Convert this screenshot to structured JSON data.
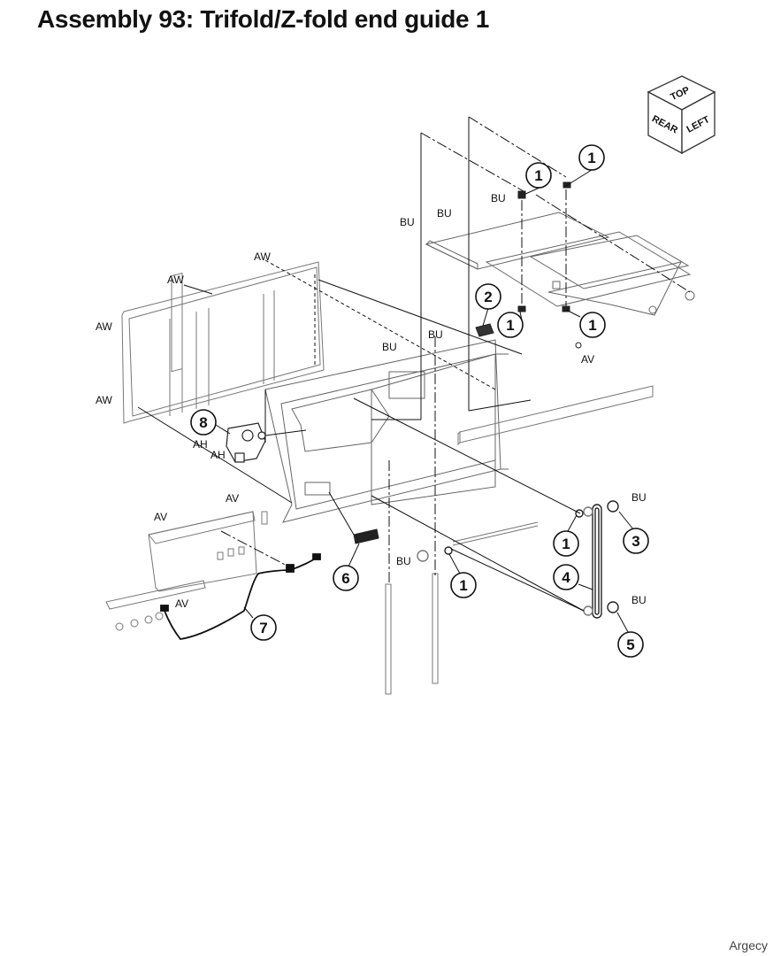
{
  "page": {
    "title": "Assembly 93: Trifold/Z-fold end guide 1",
    "footer": "Argecy"
  },
  "orientation_cube": {
    "top": "TOP",
    "rear": "REAR",
    "left": "LEFT"
  },
  "callouts": {
    "c1a": "1",
    "c1b": "1",
    "c1c": "1",
    "c1d": "1",
    "c1e": "1",
    "c1f": "1",
    "c2": "2",
    "c3": "3",
    "c4": "4",
    "c5": "5",
    "c6": "6",
    "c7": "7",
    "c8": "8"
  },
  "labels": {
    "bu1": "BU",
    "bu2": "BU",
    "bu3": "BU",
    "bu4": "BU",
    "bu5": "BU",
    "bu6": "BU",
    "bu7": "BU",
    "bu8": "BU",
    "aw1": "AW",
    "aw2": "AW",
    "aw3": "AW",
    "aw4": "AW",
    "av1": "AV",
    "av2": "AV",
    "av3": "AV",
    "av4": "AV",
    "ah1": "AH",
    "ah2": "AH"
  }
}
